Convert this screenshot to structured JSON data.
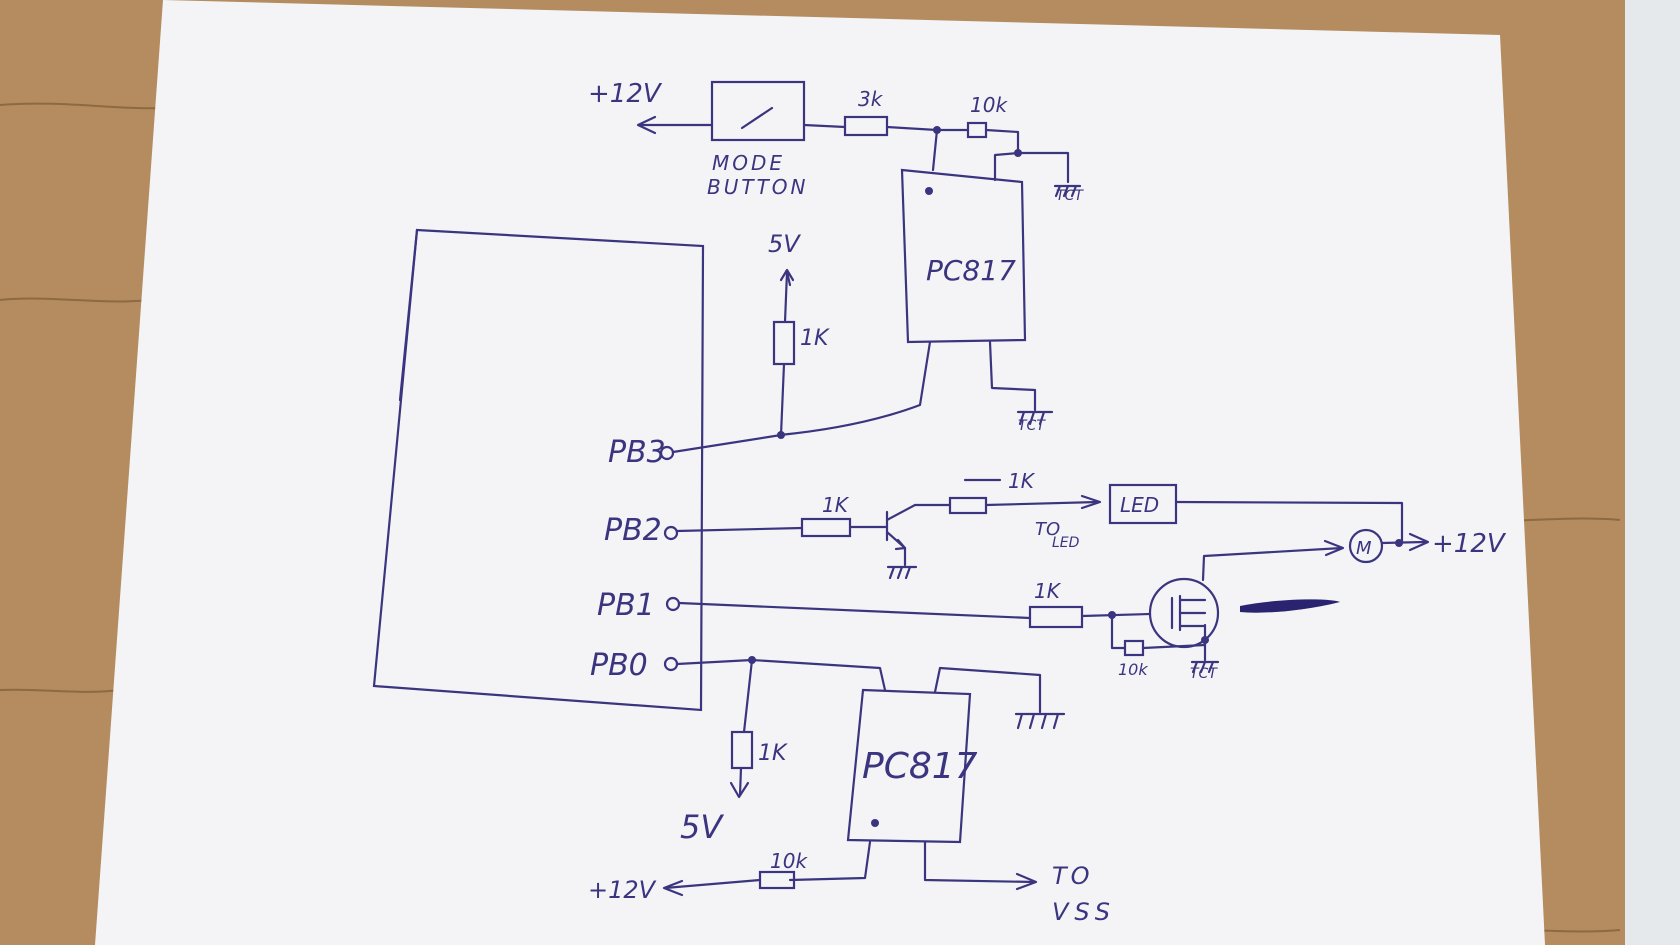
{
  "labels": {
    "supply_top": "+12V",
    "mode_button": "MODE",
    "mode_button_2": "BUTTON",
    "r_3k": "3k",
    "r_10k_top": "10k",
    "gnd_top_right": "TCT",
    "optocoupler_top": "PC817",
    "gnd_opto_top": "TCT",
    "v5_top": "5V",
    "r_1k_pullup_top": "1K",
    "pin_pb3": "PB3",
    "pin_pb2": "PB2",
    "pin_pb1": "PB1",
    "pin_pb0": "PB0",
    "r_1k_pb2": "1K",
    "r_1k_led": "1K",
    "led": "LED",
    "to_led": "TO",
    "to_led_2": "LED",
    "motor": "M",
    "supply_right": "+12V",
    "r_1k_pb1": "1K",
    "r_10k_gate": "10k",
    "gnd_mosfet": "TCT",
    "r_1k_pullup_bottom": "1K",
    "v5_bottom": "5V",
    "optocoupler_bottom": "PC817",
    "r_10k_bottom": "10k",
    "supply_bottom": "+12V",
    "to_vss": "TO",
    "to_vss_2": "VSS"
  },
  "colors": {
    "ink": "#3b3580",
    "paper": "#f4f4f6",
    "wood": "#b48c60"
  }
}
